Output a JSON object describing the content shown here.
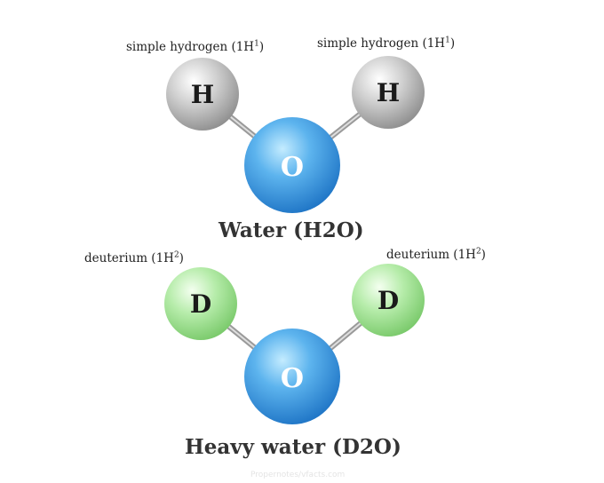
{
  "colors": {
    "hydrogen": "#b5b5b5",
    "deuterium": "#a8e69a",
    "oxygen": "#3c9ce0",
    "bond": "#9a9a9a"
  },
  "water": {
    "caption": "Water (H2O)",
    "left_atom": {
      "symbol": "H",
      "label_prefix": "simple hydrogen (1H",
      "label_sup": "1",
      "label_suffix": ")"
    },
    "right_atom": {
      "symbol": "H",
      "label_prefix": "simple hydrogen (1H",
      "label_sup": "1",
      "label_suffix": ")"
    },
    "center_atom": {
      "symbol": "O"
    }
  },
  "heavy_water": {
    "caption": "Heavy water (D2O)",
    "left_atom": {
      "symbol": "D",
      "label_prefix": "deuterium (1H",
      "label_sup": "2",
      "label_suffix": ")"
    },
    "right_atom": {
      "symbol": "D",
      "label_prefix": "deuterium (1H",
      "label_sup": "2",
      "label_suffix": ")"
    },
    "center_atom": {
      "symbol": "O"
    }
  },
  "watermark": "Propernotes/vfacts.com"
}
